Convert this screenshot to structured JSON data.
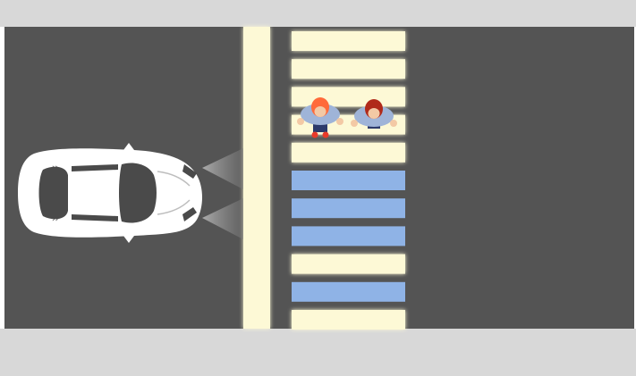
{
  "scene": {
    "colors": {
      "sidewalk": "#d8d8d8",
      "road": "#545454",
      "stop_line": "#fdf9d6",
      "stripe_light": "#fdf9d6",
      "stripe_blue": "#8fb3e6",
      "car_body": "#ffffff",
      "car_glass": "#4a4a4a",
      "headlight_beam": "#8a8a8a",
      "pedestrian_shirt": "#9fb4d8",
      "hair_red": "#ff6a3a",
      "hair_brown": "#b02a1a",
      "skin": "#f3c9a5",
      "trousers": "#2c3a6b",
      "shoes_red": "#e83a2a"
    },
    "crosswalk": {
      "stripes": [
        "light",
        "light",
        "light",
        "light",
        "light",
        "blue",
        "blue",
        "blue",
        "light",
        "blue",
        "light"
      ]
    },
    "pedestrians": [
      {
        "name": "pedestrian-red-hair",
        "hair": "hair_red"
      },
      {
        "name": "pedestrian-brown-hair",
        "hair": "hair_brown"
      }
    ],
    "car": {
      "icon": "car-topdown-icon",
      "headlights": "on"
    }
  }
}
